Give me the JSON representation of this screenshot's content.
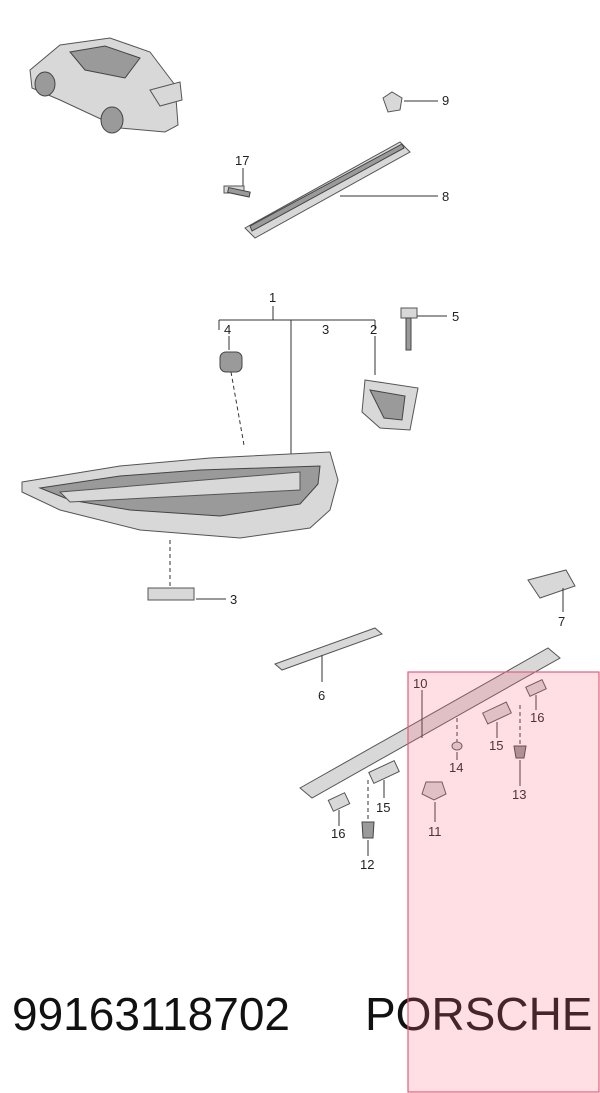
{
  "diagram": {
    "callouts": {
      "c1": "1",
      "c2": "2",
      "c3a": "3",
      "c3b": "3",
      "c4": "4",
      "c5": "5",
      "c6": "6",
      "c7": "7",
      "c8": "8",
      "c9": "9",
      "c10": "10",
      "c11": "11",
      "c12": "12",
      "c13": "13",
      "c14": "14",
      "c15a": "15",
      "c15b": "15",
      "c16a": "16",
      "c16b": "16",
      "c17": "17"
    },
    "highlight_color": "#ff6f86"
  },
  "footer": {
    "part_number": "99163118702",
    "brand": "PORSCHE"
  }
}
